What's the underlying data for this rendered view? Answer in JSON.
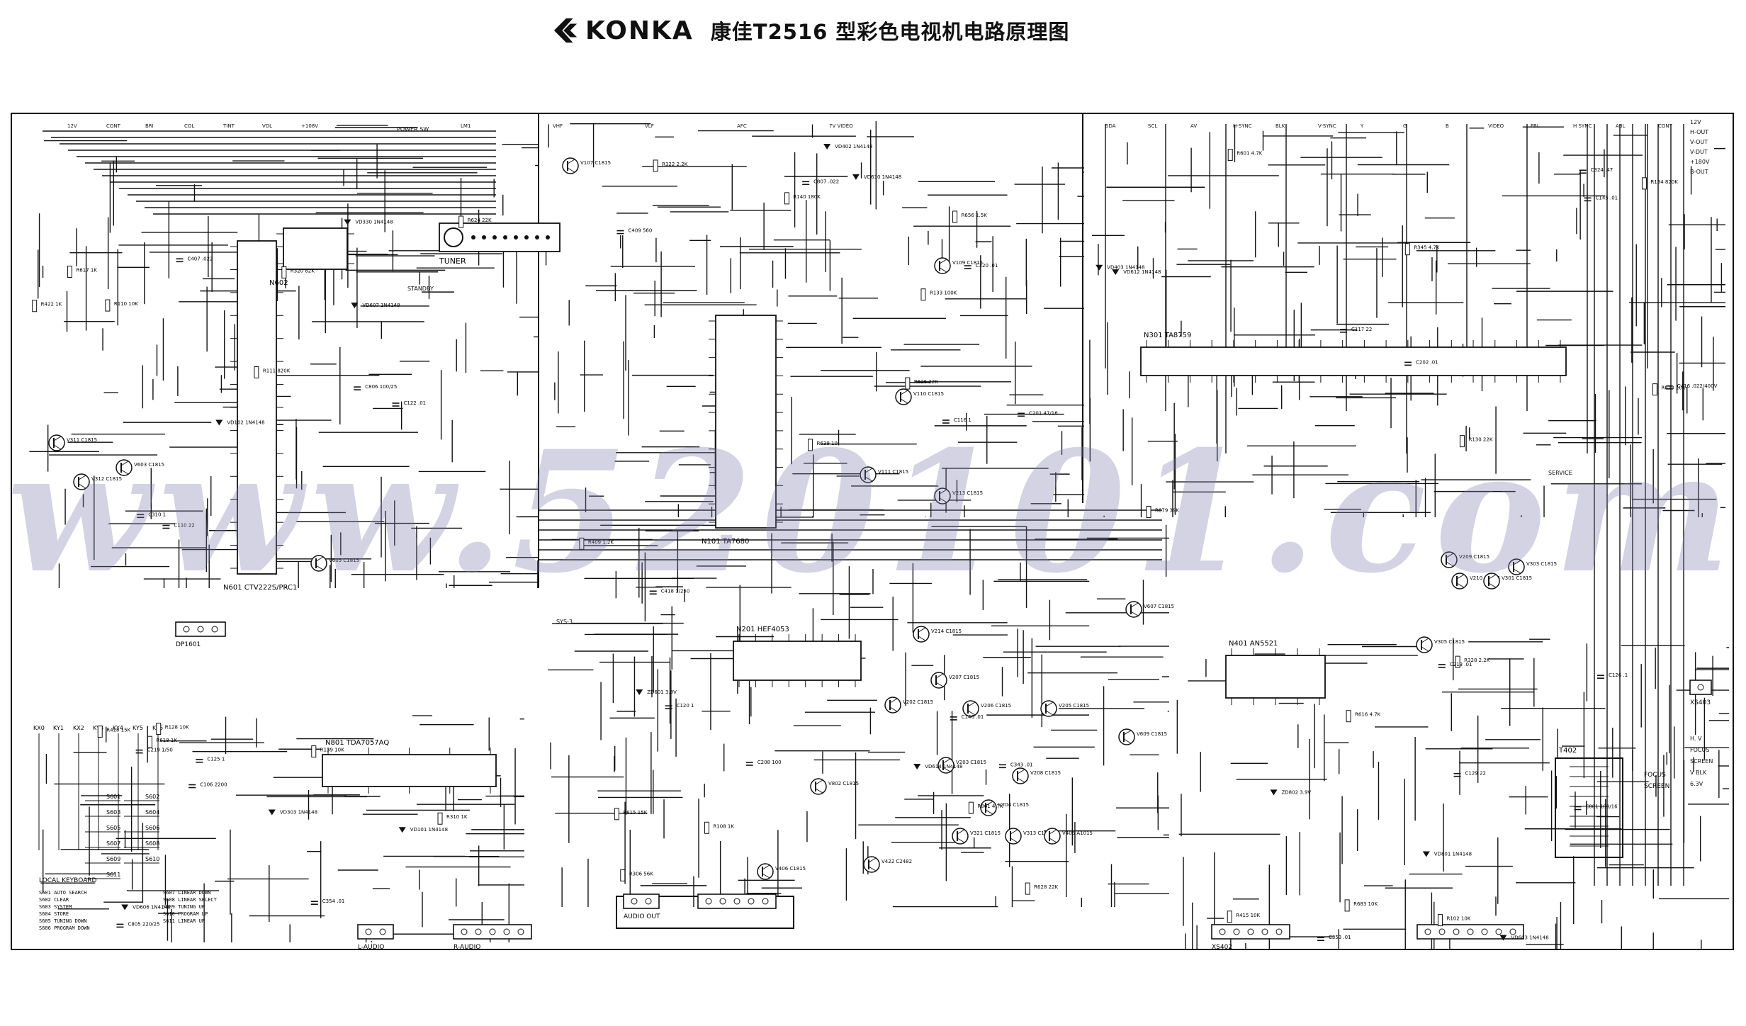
{
  "header": {
    "brand": "KONKA",
    "title": "康佳T2516 型彩色电视机电路原理图"
  },
  "watermark": "www.520101.com",
  "colors": {
    "line": "#111111",
    "watermark": "#7878aa",
    "background": "#ffffff"
  },
  "ics": [
    {
      "id": "N601",
      "label": "N601",
      "part": "CTV222S/PRC1"
    },
    {
      "id": "N602",
      "label": "N602",
      "part": ""
    },
    {
      "id": "N101",
      "label": "N101",
      "part": "TA7680"
    },
    {
      "id": "N301",
      "label": "N301",
      "part": "TA8759"
    },
    {
      "id": "N201",
      "label": "N201",
      "part": "HEF4053"
    },
    {
      "id": "N801",
      "label": "N801",
      "part": "TDA7057AQ"
    },
    {
      "id": "N401",
      "label": "N401",
      "part": "AN5521"
    }
  ],
  "blocks": {
    "tuner": "TUNER",
    "dp601": "DP1601",
    "xs402": "XS402",
    "xs403": "XS403",
    "t402": "T402",
    "service": "SERVICE",
    "standby": "STANDBY",
    "power_sw": "POWER SW",
    "sys3": "SYS-3",
    "audio_out": "AUDIO OUT",
    "l_audio": "L-AUDIO",
    "r_audio": "R-AUDIO",
    "focus": "FOCUS",
    "screen": "SCREEN"
  },
  "keyboard": {
    "title": "LOCAL  KEYBOARD",
    "legend_left": [
      "S601  AUTO SEARCH",
      "S602  CLEAR",
      "S603  SYSTEM",
      "S604  STORE",
      "S605  TUNING DOWN",
      "S606  PROGRAM DOWN"
    ],
    "legend_right": [
      "S607  LINEAR DOWN",
      "S608  LINEAR SELECT",
      "S609  TUNING UP",
      "S610  PROGRAM UP",
      "S611  LINEAR UP"
    ],
    "switches": [
      "S601",
      "S602",
      "S603",
      "S604",
      "S605",
      "S606",
      "S607",
      "S608",
      "S609",
      "S610",
      "S611"
    ],
    "key_lines": [
      "KX0",
      "KY1",
      "KX2",
      "KY3",
      "KY4",
      "KY5",
      "KY6"
    ]
  },
  "signals": {
    "left_top": [
      "12V",
      "CONT",
      "BRI",
      "COL",
      "TINT",
      "VOL",
      "+108V"
    ],
    "right_top": [
      "12V",
      "H-OUT",
      "V-OUT",
      "V-DUT",
      "+180V",
      "B-OUT"
    ],
    "right_edge": [
      "H. V",
      "FOCUS",
      "SCREEN",
      "V BLK",
      "6.3V"
    ],
    "center_top": [
      "LM1",
      "VHF",
      "VLF",
      "AFC",
      "7V VIDEO"
    ],
    "bus": [
      "SDA",
      "SCL",
      "AV",
      "H-SYNC",
      "BLK",
      "V-SYNC",
      "Y",
      "G",
      "B",
      "VIDEO",
      "FBL",
      "H SYNC",
      "ABL",
      "CONT"
    ]
  },
  "components": {
    "resistors": [
      "R617 1K",
      "R656 1.5K",
      "R601 4.7K",
      "R615 15K",
      "R616 4.7K",
      "R618 1K",
      "R624 22K",
      "R626 22K",
      "R623 10K",
      "R628 22K",
      "R683 10K",
      "R139 10K",
      "R110 10K",
      "R140 180K",
      "R130 22K",
      "R108 1K",
      "R102 10K",
      "R128 10K",
      "R111 820K",
      "R133 100K",
      "R134 820K",
      "R306 56K",
      "R328 2.2K",
      "R310 1K",
      "R320 82K",
      "R322 2.2K",
      "R345 4.7K",
      "R409 1.2K",
      "R415 10K",
      "R418 15K",
      "R422 1K",
      "R639 10",
      "R679 39K",
      "R861 4.7K"
    ],
    "capacitors": [
      "C145 .01",
      "C146 .01",
      "C129 22",
      "C106 2200",
      "C110 22",
      "C116 1",
      "C117 22",
      "C120 1",
      "C126 .1",
      "C125 1",
      "C122 .01",
      "C201 47/16",
      "C202 .01",
      "C208 100",
      "C213 .01",
      "C219 1/50",
      "C310 1",
      "C320 .01",
      "C324 .47",
      "C343 .01",
      "C353 .01",
      "C354 .01",
      "C407 .022",
      "C409 560",
      "C416 .022/400V",
      "C418 1/250",
      "C801 100/16",
      "C805 220/25",
      "C806 100/25",
      "C807 .022"
    ],
    "transistors": [
      "V107 C1815",
      "V109 C1815",
      "V110 C1815",
      "V111 C1815",
      "V213 C1815",
      "V214 C1815",
      "V202 C1815",
      "V203 C1815",
      "V204 C1815",
      "V205 C1815",
      "V206 C1815",
      "V207 C1815",
      "V208 C1815",
      "V209 C1815",
      "V210 C1815",
      "V301 C1815",
      "V303 C1815",
      "V305 C1815",
      "V311 C1815",
      "V312 C1815",
      "V603 C1815",
      "V605 C1815",
      "V607 C1815",
      "V609 C1815",
      "V313 C1815",
      "V321 C1815",
      "V405 A1015",
      "V406 C1815",
      "V422 C2482",
      "V802 C1815"
    ],
    "diodes": [
      "VD603 1N4148",
      "VD606 1N4148",
      "VD607 1N4148",
      "VD610 1N4148",
      "VD612 1N4148",
      "VD614 1N4148",
      "VD801 1N4148",
      "VD303 1N4148",
      "VD330 1N4148",
      "VD402 1N4148",
      "VD403 1N4148",
      "ZD601 3.9V",
      "ZD802 3.9V",
      "VD101 1N4148",
      "VD102 1N4148"
    ]
  }
}
